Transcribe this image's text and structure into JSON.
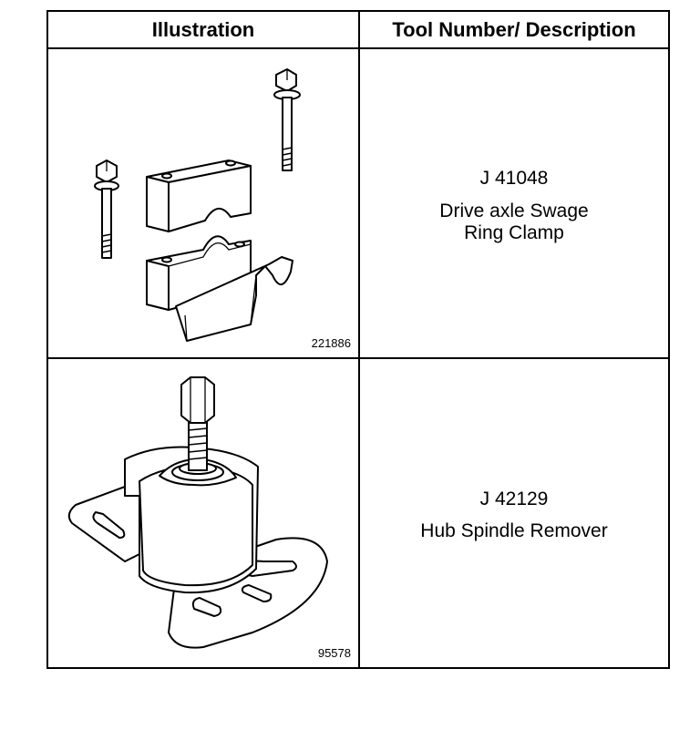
{
  "table": {
    "headers": {
      "illustration": "Illustration",
      "description": "Tool Number/ Description"
    },
    "rows": [
      {
        "figure_number": "221886",
        "tool_number": "J 41048",
        "description_lines": [
          "Drive axle Swage",
          "Ring Clamp"
        ],
        "illustration_icon": "swage-ring-clamp-drawing"
      },
      {
        "figure_number": "95578",
        "tool_number": "J 42129",
        "description_lines": [
          "Hub Spindle Remover"
        ],
        "illustration_icon": "hub-spindle-remover-drawing"
      }
    ]
  }
}
